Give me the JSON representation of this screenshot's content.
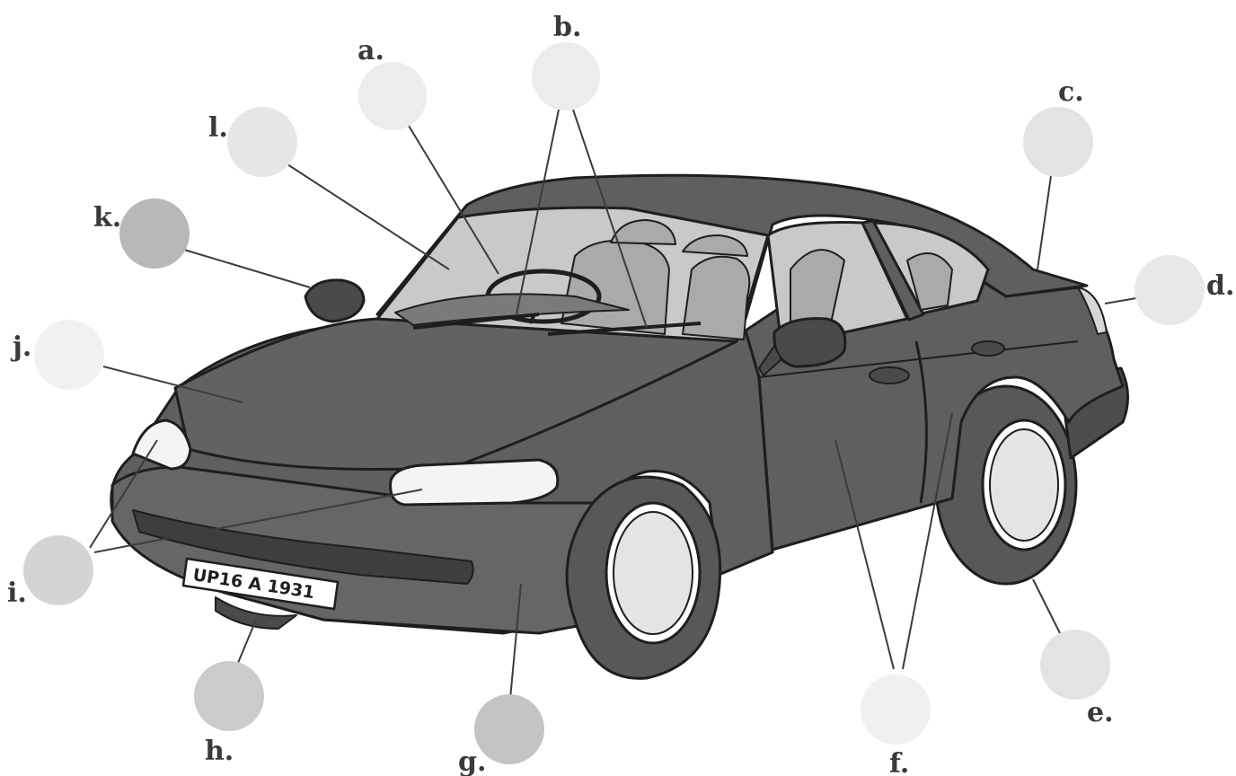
{
  "plate": {
    "text": "UP16 A 1931"
  },
  "labels": {
    "a": "a.",
    "b": "b.",
    "c": "c.",
    "d": "d.",
    "e": "e.",
    "f": "f.",
    "g": "g.",
    "h": "h.",
    "i": "i.",
    "j": "j.",
    "k": "k.",
    "l": "l."
  },
  "colors": {
    "body": "#5f5f5f",
    "body_dark": "#474747",
    "tyre": "#585858",
    "glass": "#c9c9c9",
    "seat": "#aaaaaa",
    "bubble_light": "#ececec",
    "bubble_mid": "#d3d3d3",
    "bubble_dark": "#b4b4b4"
  }
}
